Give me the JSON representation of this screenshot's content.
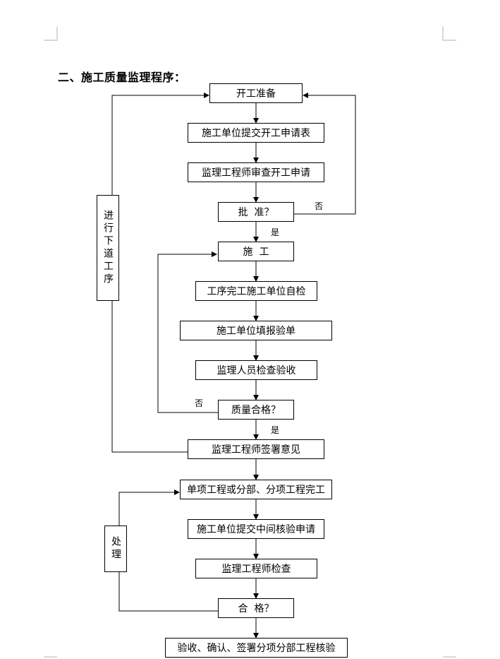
{
  "title": "二、施工质量监理程序：",
  "boxes": {
    "start_prep": "开工准备",
    "submit_application": "施工单位提交开工申请表",
    "review_application": "监理工程师审查开工申请",
    "approve": "批  准？",
    "construction": "施  工",
    "self_check": "工序完工施工单位自检",
    "fill_report": "施工单位填报验单",
    "inspect": "监理人员检查验收",
    "quality_ok": "质量合格？",
    "sign_opinion": "监理工程师签署意见",
    "item_complete": "单项工程或分部、分项工程完工",
    "submit_mid_check": "施工单位提交中间核验申请",
    "engineer_check": "监理工程师检查",
    "qualified": "合  格？",
    "final": "验收、确认、签署分项分部工程核验"
  },
  "side_boxes": {
    "next_process": "进行下道工序",
    "handle": "处理"
  },
  "labels": {
    "no_1": "否",
    "yes_1": "是",
    "no_2": "否",
    "yes_2": "是"
  }
}
